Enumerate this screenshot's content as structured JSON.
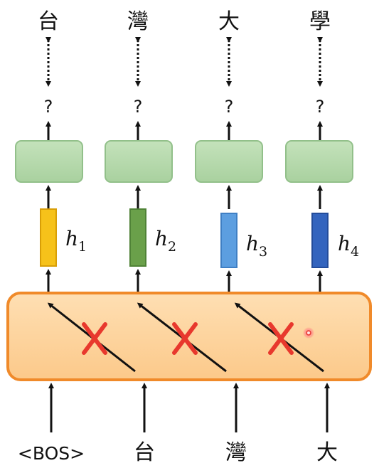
{
  "outputs": [
    "台",
    "灣",
    "大",
    "學"
  ],
  "predicted": [
    "?",
    "?",
    "?",
    "?"
  ],
  "hidden_states": [
    {
      "label": "h",
      "sub": "1",
      "color": "#f6c21a",
      "edge": "#d89e06"
    },
    {
      "label": "h",
      "sub": "2",
      "color": "#6aa04a",
      "edge": "#4f8236"
    },
    {
      "label": "h",
      "sub": "3",
      "color": "#5c9ee0",
      "edge": "#3f7fc4"
    },
    {
      "label": "h",
      "sub": "4",
      "color": "#3364be",
      "edge": "#234c9a"
    }
  ],
  "inputs": [
    "<BOS>",
    "台",
    "灣",
    "大"
  ],
  "colors": {
    "output_box_fill": "#b9dbb0",
    "output_box_edge": "#92c08a",
    "module_fill": "#fdd4a0",
    "module_edge": "#f08a2a",
    "cross": "#e8382d"
  }
}
